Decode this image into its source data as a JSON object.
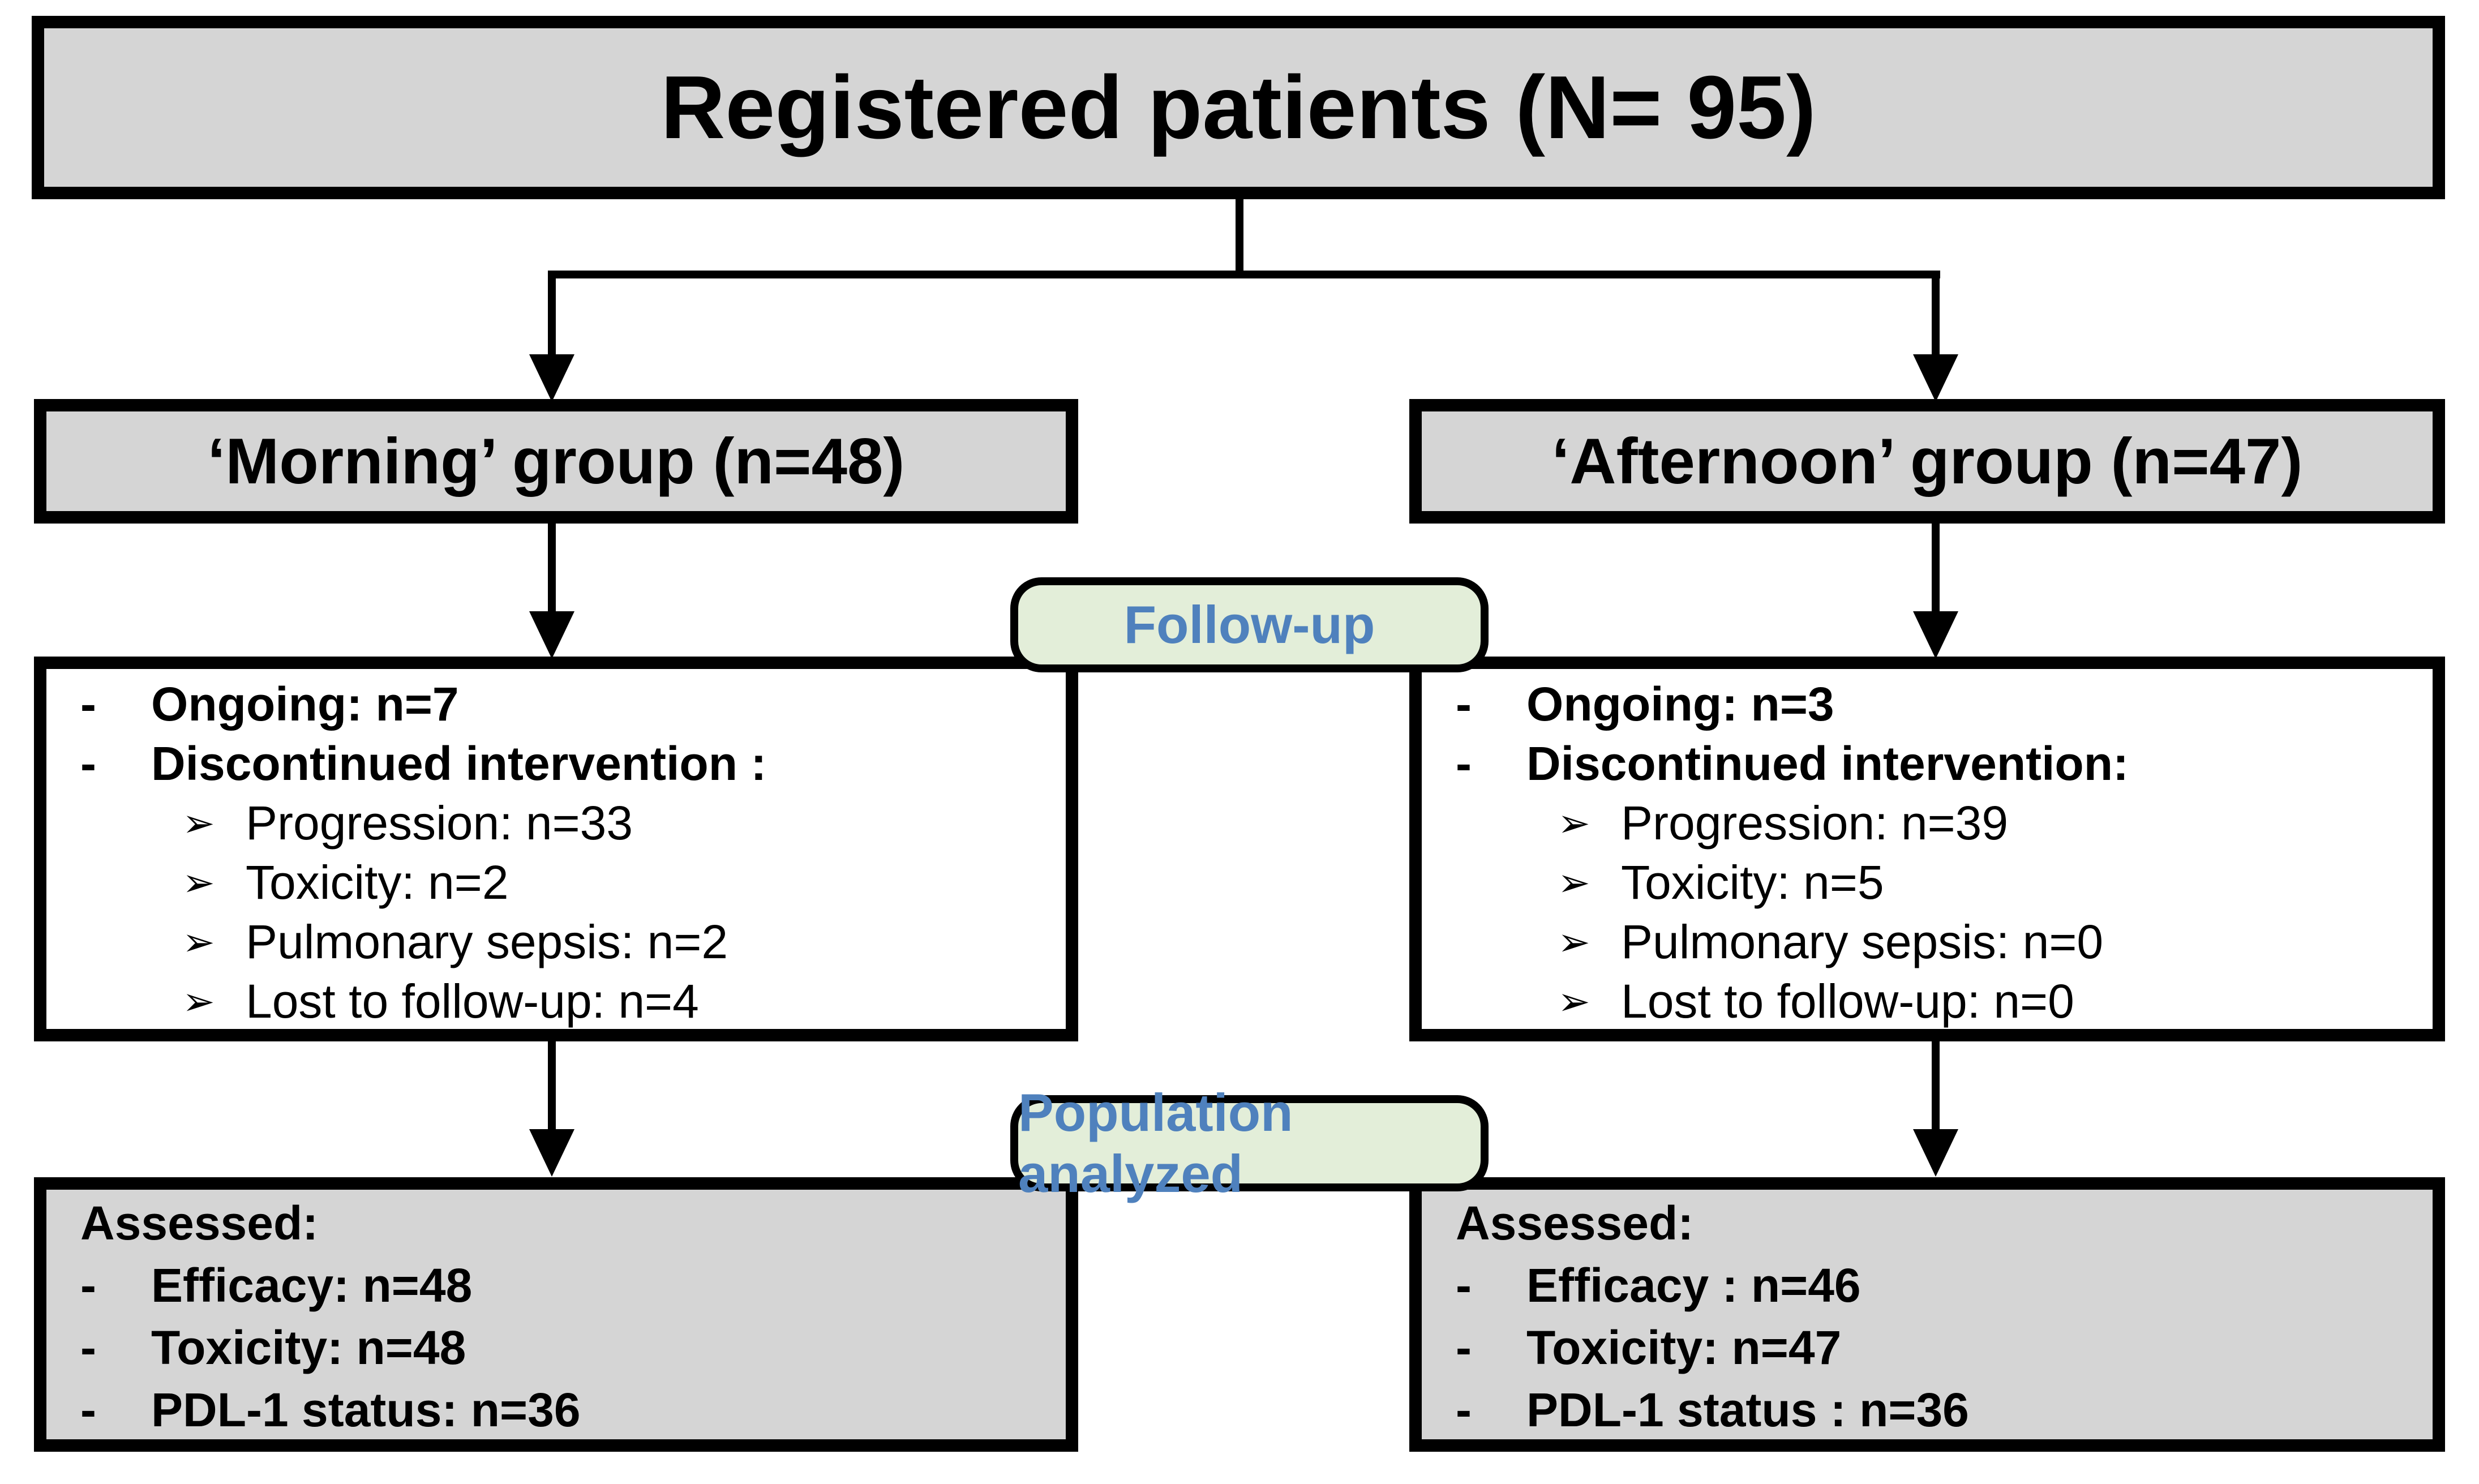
{
  "glyphs": {
    "dash": "-",
    "arrow": "➢"
  },
  "colors": {
    "box_gray": "#d5d5d5",
    "label_green": "#e3eed9",
    "accent_blue": "#4f81bd",
    "line_black": "#000000",
    "followup_box_white": "#ffffff"
  },
  "root_box": {
    "label": "Registered patients (N= 95)"
  },
  "stage_labels": {
    "follow_up": "Follow-up",
    "population": "Population analyzed"
  },
  "columns": [
    {
      "group_label": "‘Morning’ group (n=48)",
      "follow_up": {
        "items": [
          "Ongoing: n=7",
          "Discontinued intervention :"
        ],
        "sub_items": [
          "Progression: n=33",
          "Toxicity: n=2",
          "Pulmonary sepsis: n=2",
          "Lost to follow-up: n=4"
        ]
      },
      "analyzed": {
        "heading": "Assessed:",
        "items": [
          "Efficacy: n=48",
          "Toxicity: n=48",
          "PDL-1 status: n=36"
        ]
      }
    },
    {
      "group_label": "‘Afternoon’ group (n=47)",
      "follow_up": {
        "items": [
          "Ongoing: n=3",
          "Discontinued intervention:"
        ],
        "sub_items": [
          "Progression: n=39",
          "Toxicity: n=5",
          "Pulmonary sepsis: n=0",
          "Lost to follow-up: n=0"
        ]
      },
      "analyzed": {
        "heading": "Assessed:",
        "items": [
          "Efficacy  : n=46",
          "Toxicity: n=47",
          "PDL-1 status : n=36"
        ]
      }
    }
  ]
}
